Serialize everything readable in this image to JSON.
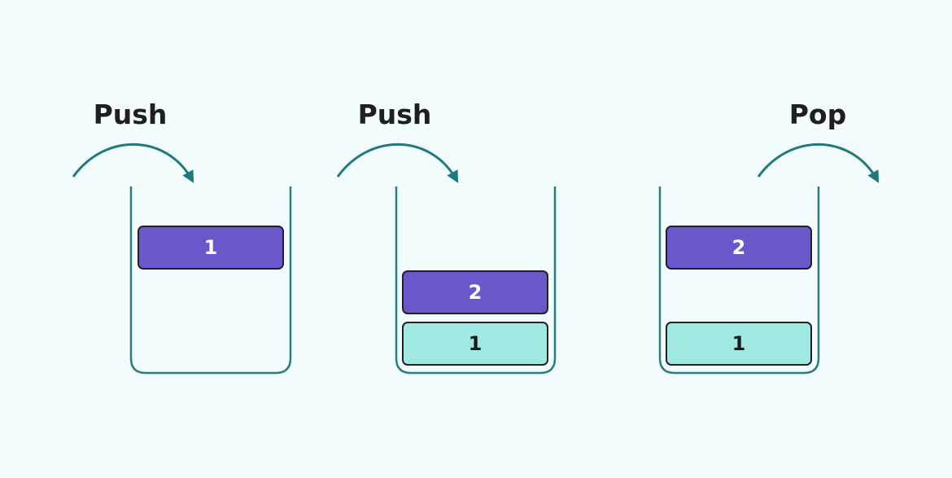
{
  "operations": [
    {
      "label": "Push",
      "direction": "in"
    },
    {
      "label": "Push",
      "direction": "in"
    },
    {
      "label": "Pop",
      "direction": "out"
    }
  ],
  "stacks": [
    {
      "blocks": [
        {
          "value": "1",
          "state": "moving"
        }
      ]
    },
    {
      "blocks": [
        {
          "value": "2",
          "state": "moving"
        },
        {
          "value": "1",
          "state": "stored"
        }
      ]
    },
    {
      "blocks": [
        {
          "value": "2",
          "state": "moving"
        },
        {
          "value": "1",
          "state": "stored"
        }
      ]
    }
  ],
  "colors": {
    "background": "#f2fcfc",
    "container_stroke": "#2a7d80",
    "arrow": "#1f7a7c",
    "moving_block_fill": "#6a57c9",
    "moving_block_text": "#ffffff",
    "stored_block_fill": "#9fe8e3",
    "stored_block_text": "#1a1a1a",
    "block_stroke": "#222222"
  }
}
